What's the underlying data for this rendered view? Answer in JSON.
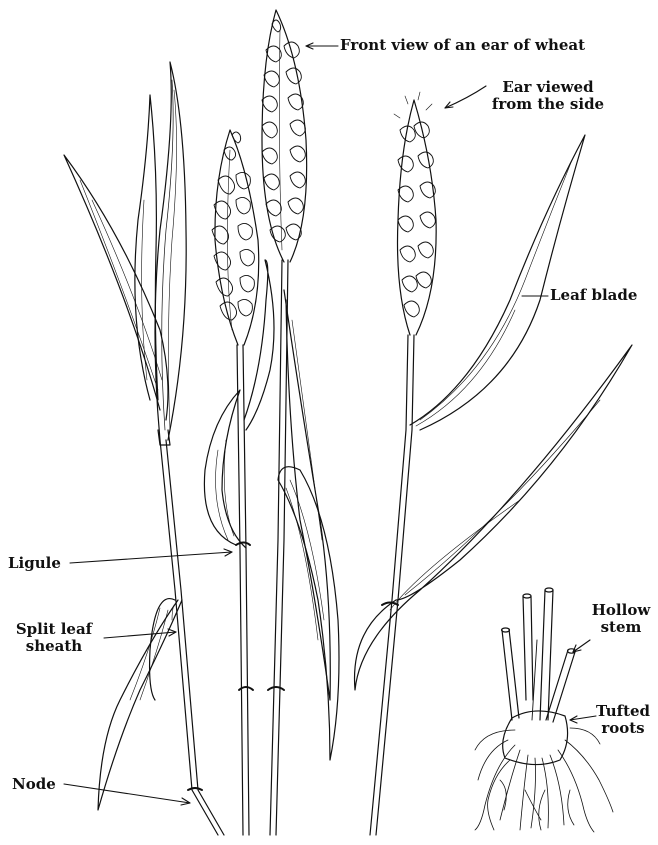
{
  "labels": {
    "front_view": "Front view of an ear of wheat",
    "ear_side_line1": "Ear viewed",
    "ear_side_line2": "from the side",
    "leaf_blade": "Leaf blade",
    "ligule": "Ligule",
    "split_sheath_line1": "Split leaf",
    "split_sheath_line2": "sheath",
    "node": "Node",
    "hollow_stem_line1": "Hollow",
    "hollow_stem_line2": "stem",
    "tufted_roots_line1": "Tufted",
    "tufted_roots_line2": "roots"
  },
  "colors": {
    "ink": "#111111",
    "paper": "#ffffff"
  }
}
